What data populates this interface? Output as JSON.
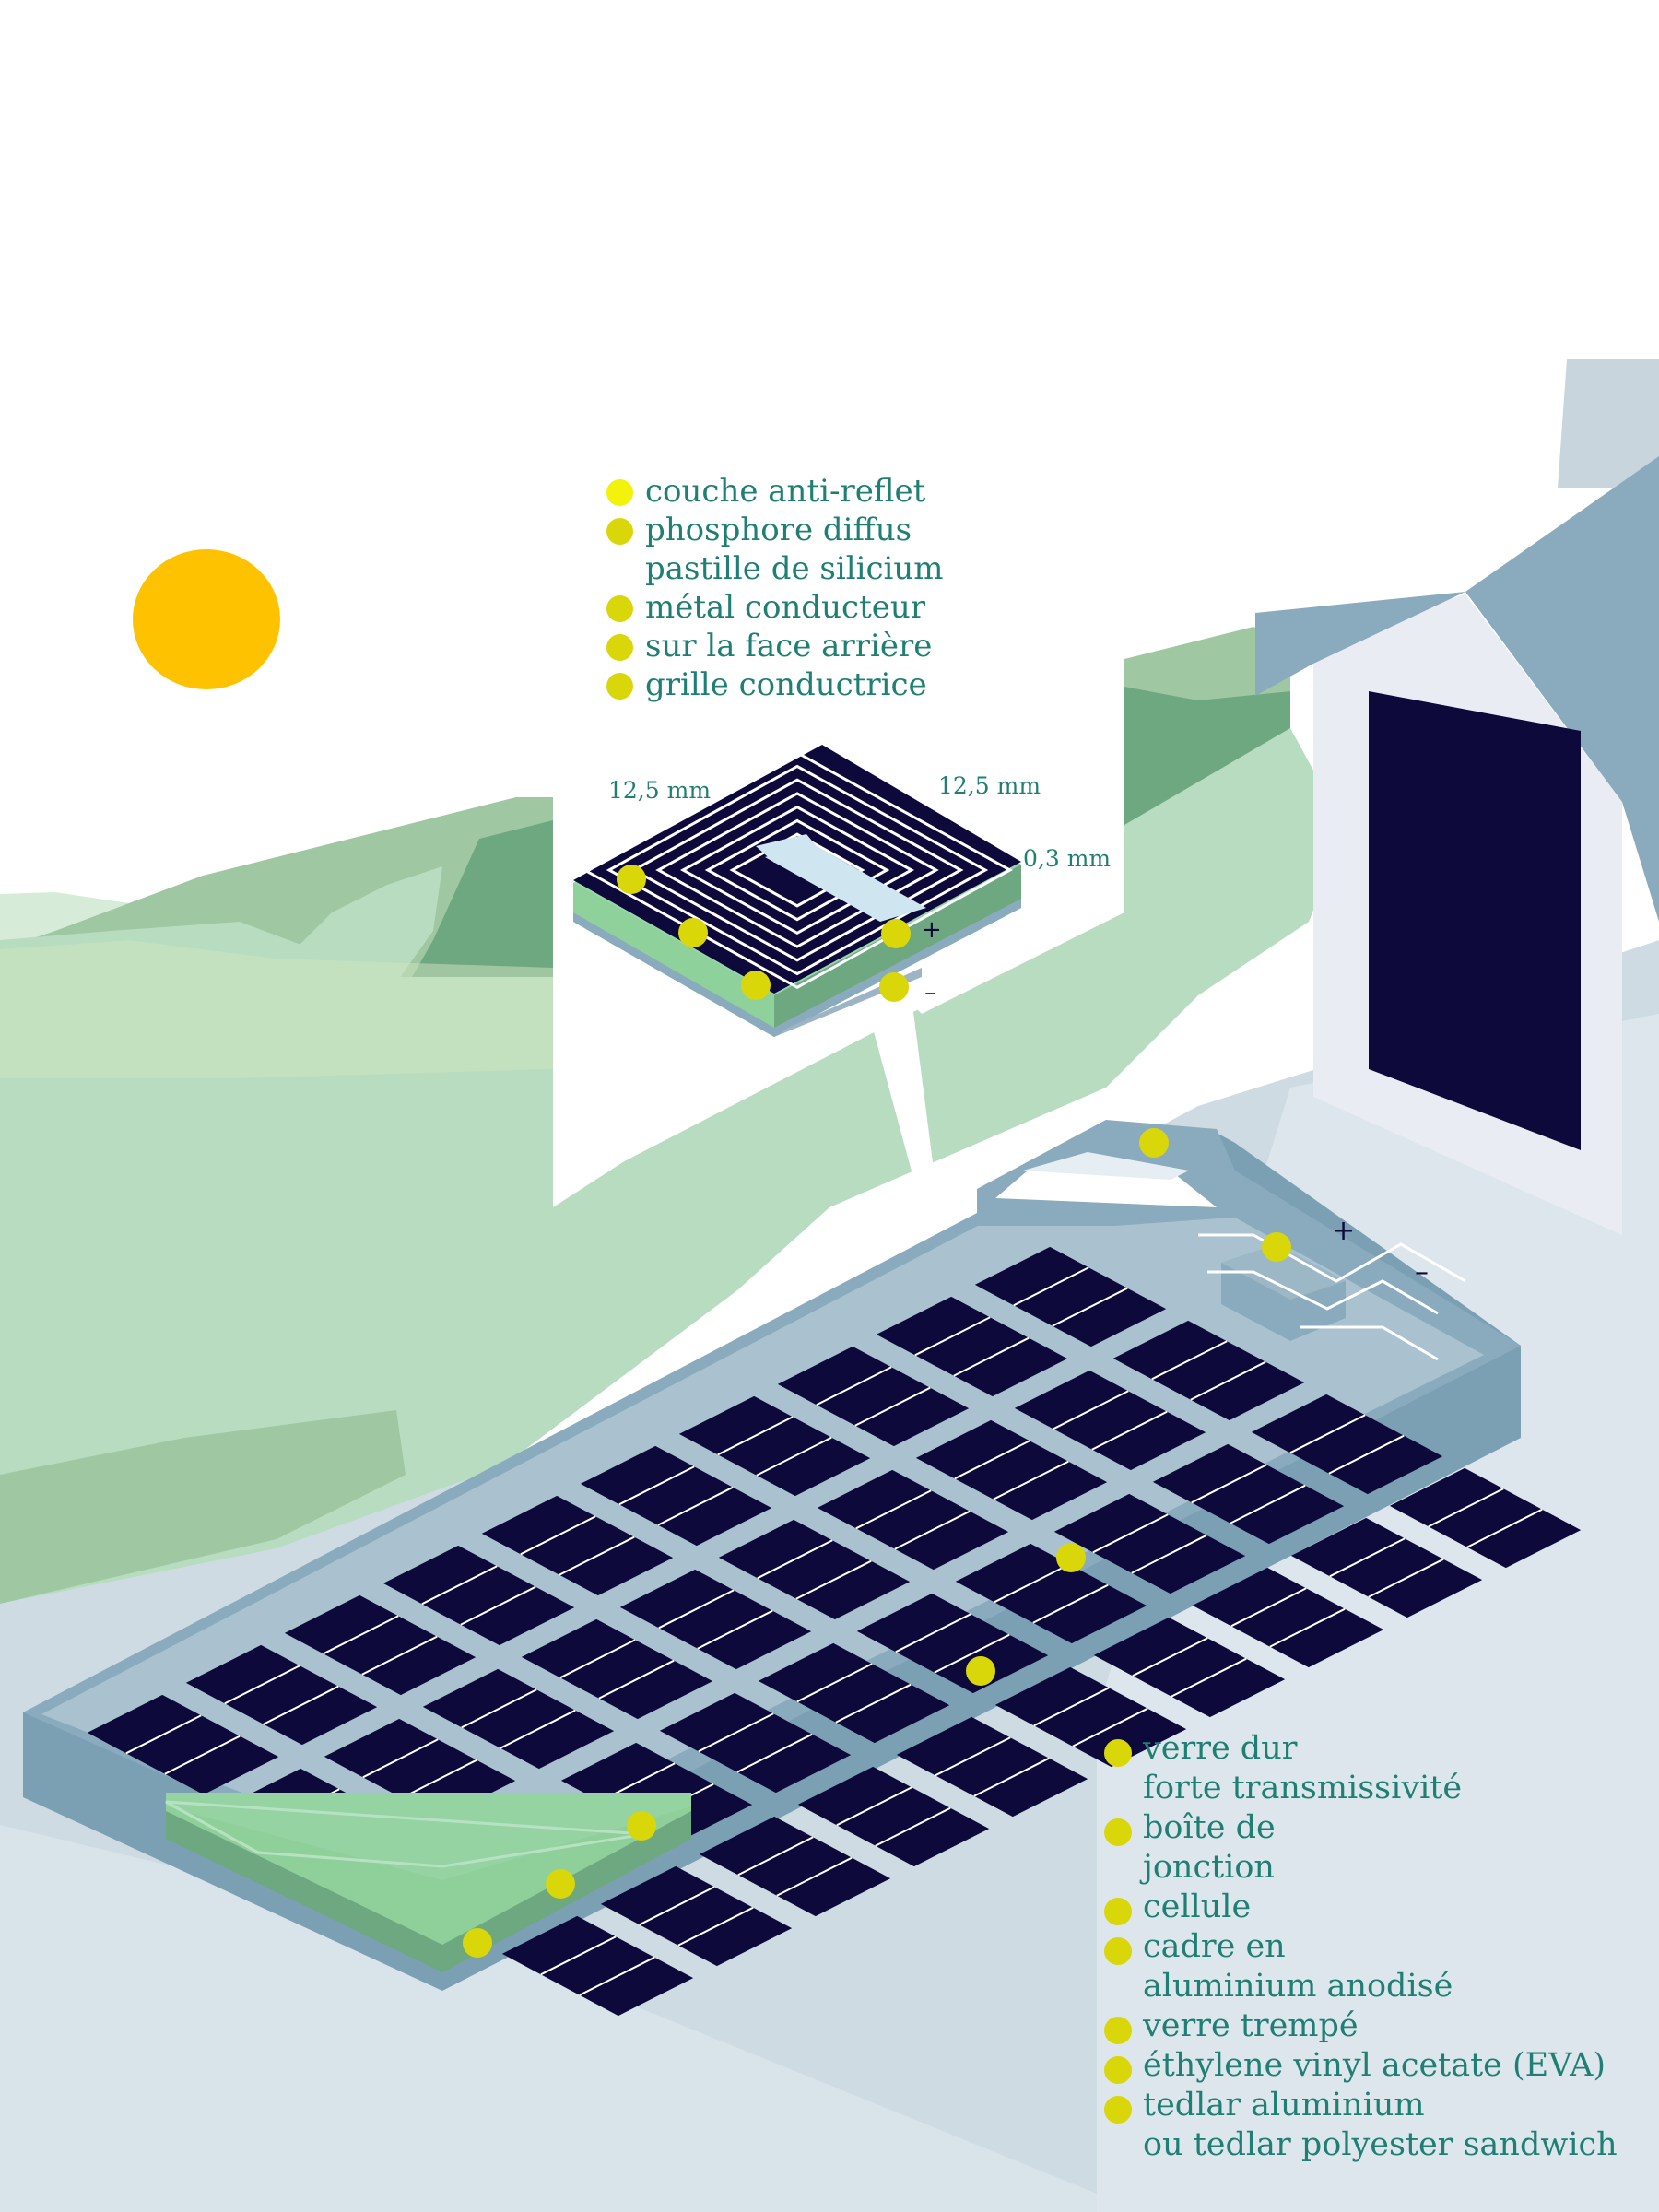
{
  "colors": {
    "sun": "#fec200",
    "label_text": "#1f7f73",
    "marker_dot": "#d9d60a",
    "cell": "#0d0a3b",
    "frame": "#8aabbd",
    "ground": "#cfdbe2",
    "hill_light": "#b7dcbf",
    "hill_mid": "#9ec7a2",
    "hill_dark": "#6ea880",
    "house_roof": "#8aabbd",
    "house_wall": "#e9edf3"
  },
  "legend_top": [
    {
      "text": "couche anti-reflet",
      "dot": true
    },
    {
      "text": "phosphore diffus",
      "dot": true
    },
    {
      "text": "pastille de silicium",
      "dot": false
    },
    {
      "text": "métal conducteur",
      "dot": true
    },
    {
      "text": "sur la face arrière",
      "dot": true
    },
    {
      "text": "grille conductrice",
      "dot": true
    }
  ],
  "dimensions": {
    "left": "12,5 mm",
    "right": "12,5 mm",
    "thickness": "0,3 mm"
  },
  "terminals": {
    "plus": "+",
    "minus": "–"
  },
  "legend_bottom": [
    {
      "text": "verre dur",
      "dot": true
    },
    {
      "text": "forte transmissivité",
      "dot": false
    },
    {
      "text": "boîte de",
      "dot": true
    },
    {
      "text": "jonction",
      "dot": false
    },
    {
      "text": "cellule",
      "dot": true
    },
    {
      "text": "cadre en",
      "dot": true
    },
    {
      "text": "aluminium anodisé",
      "dot": false
    },
    {
      "text": "verre trempé",
      "dot": true
    },
    {
      "text": "éthylene vinyl acetate (EVA)",
      "dot": true
    },
    {
      "text": "tedlar aluminium",
      "dot": true
    },
    {
      "text": "ou tedlar polyester sandwich",
      "dot": false
    }
  ]
}
